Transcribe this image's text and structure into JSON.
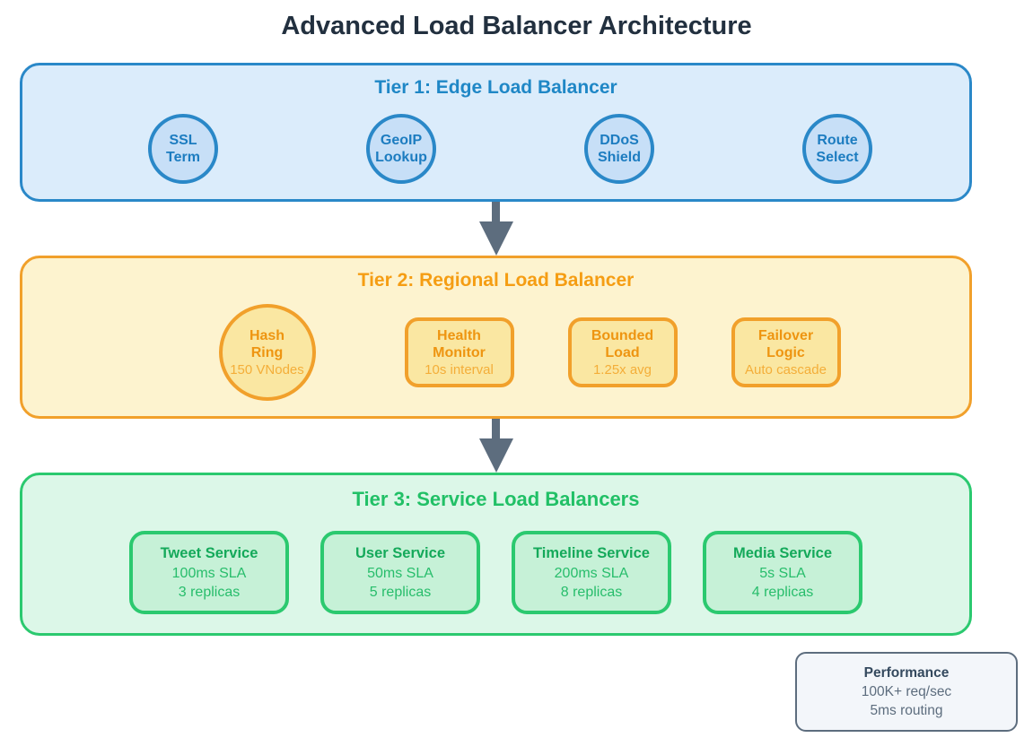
{
  "title": "Advanced Load Balancer Architecture",
  "tier1": {
    "title": "Tier 1: Edge Load Balancer",
    "nodes": [
      {
        "line1": "SSL",
        "line2": "Term"
      },
      {
        "line1": "GeoIP",
        "line2": "Lookup"
      },
      {
        "line1": "DDoS",
        "line2": "Shield"
      },
      {
        "line1": "Route",
        "line2": "Select"
      }
    ]
  },
  "tier2": {
    "title": "Tier 2: Regional Load Balancer",
    "nodes": [
      {
        "line1": "Hash",
        "line2": "Ring",
        "detail": "150 VNodes",
        "shape": "circle"
      },
      {
        "line1": "Health",
        "line2": "Monitor",
        "detail": "10s interval",
        "shape": "rounded-rect"
      },
      {
        "line1": "Bounded",
        "line2": "Load",
        "detail": "1.25x avg",
        "shape": "rounded-rect"
      },
      {
        "line1": "Failover",
        "line2": "Logic",
        "detail": "Auto cascade",
        "shape": "rounded-rect"
      }
    ]
  },
  "tier3": {
    "title": "Tier 3: Service Load Balancers",
    "services": [
      {
        "name": "Tweet Service",
        "sla": "100ms SLA",
        "replicas": "3 replicas"
      },
      {
        "name": "User Service",
        "sla": "50ms SLA",
        "replicas": "5 replicas"
      },
      {
        "name": "Timeline Service",
        "sla": "200ms SLA",
        "replicas": "8 replicas"
      },
      {
        "name": "Media Service",
        "sla": "5s SLA",
        "replicas": "4 replicas"
      }
    ]
  },
  "performance": {
    "title": "Performance",
    "throughput": "100K+ req/sec",
    "routing": "5ms routing"
  },
  "colors": {
    "tier1_accent": "#2a88c8",
    "tier1_fill": "#dbecfb",
    "tier2_accent": "#f1a02b",
    "tier2_fill": "#fdf3cf",
    "tier3_accent": "#2bc96f",
    "tier3_fill": "#dcf7e8",
    "arrow": "#5d6d7e",
    "title_text": "#22303f"
  }
}
